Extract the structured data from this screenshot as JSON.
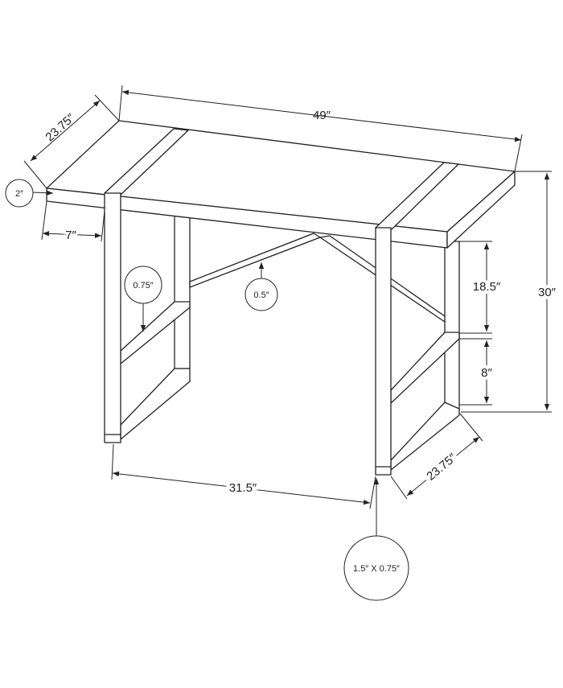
{
  "diagram": {
    "colors": {
      "line": "#222222",
      "background": "#ffffff"
    },
    "dimensions": {
      "width": "49″",
      "depth_top": "23.75″",
      "height": "30″",
      "top_thickness": "2″",
      "leg_offset": "7″",
      "shelf_upper": "18.5″",
      "shelf_lower": "8″",
      "leg_span": "31.5″",
      "depth_base": "23.75″"
    },
    "callouts": {
      "rail": "0.75″",
      "crossbar": "0.5″",
      "leg_section": "1.5″ X 0.75″"
    }
  }
}
